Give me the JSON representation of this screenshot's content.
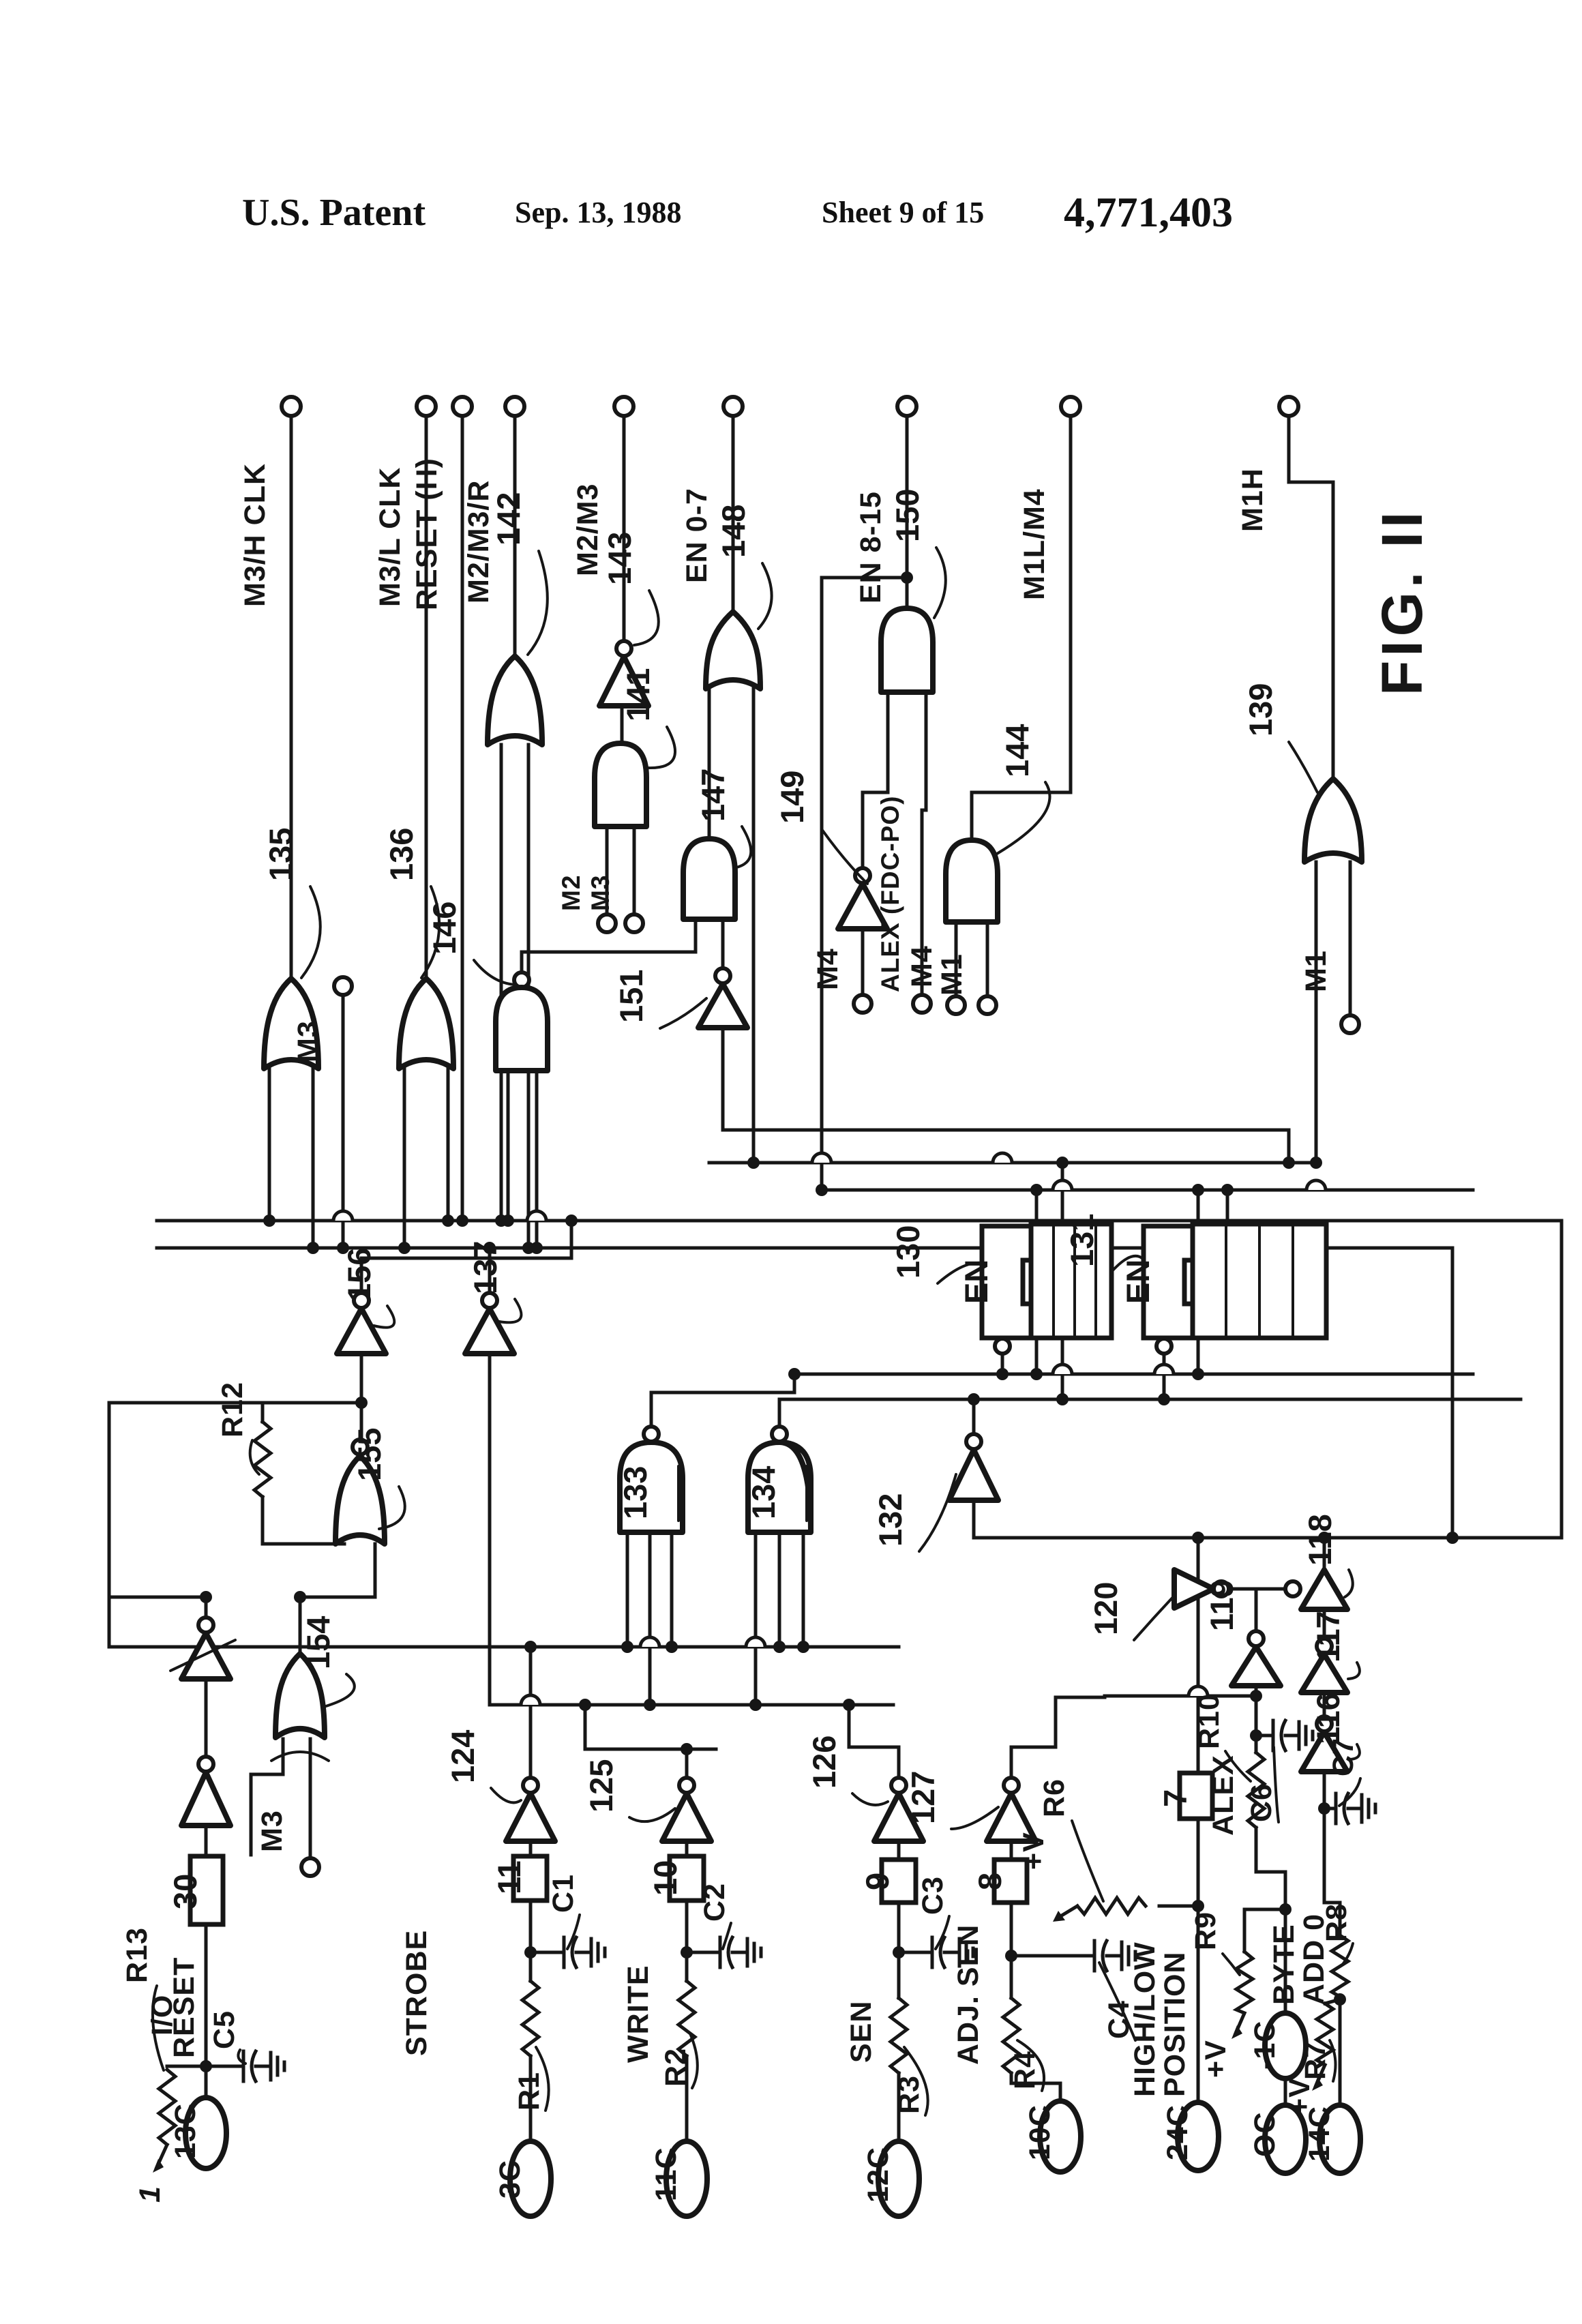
{
  "header": {
    "title": "U.S. Patent",
    "date": "Sep. 13, 1988",
    "sheet": "Sheet 9 of 15",
    "patent_number": "4,771,403"
  },
  "figure_label": "FIG. II",
  "top_terminals": {
    "t1": "M3/H CLK",
    "t2": "M3/L CLK",
    "t3": "RESET (H)",
    "t4": "M2/M3/R",
    "t5": "M2/M3",
    "t6": "EN 0-7",
    "t7": "EN 8-15",
    "t8": "M1L/M4",
    "t9": "M1H"
  },
  "ref_numbers": {
    "n135": "135",
    "n136": "136",
    "n137": "137",
    "n139": "139",
    "n141": "141",
    "n142": "142",
    "n143": "143",
    "n144": "144",
    "n146": "146",
    "n147": "147",
    "n148": "148",
    "n149": "149",
    "n150": "150",
    "n151": "151",
    "n154": "154",
    "n155": "155",
    "n156": "156",
    "n130": "130",
    "n131": "131",
    "n132": "132",
    "n133": "133",
    "n134": "134",
    "n124": "124",
    "n125": "125",
    "n126": "126",
    "n127": "127",
    "n116": "116",
    "n117": "117",
    "n118": "118",
    "n119": "119",
    "n120": "120"
  },
  "signal_labels": {
    "m1": "M1",
    "m2": "M2",
    "m3": "M3",
    "m4": "M4",
    "alex_fdc_po": "ALEX (FDC-PO)",
    "en": "EN",
    "alex": "ALEX",
    "plus_v": "+V",
    "strobe": "STROBE",
    "write": "WRITE",
    "sen": "SEN",
    "adj_sen": "ADJ. SEN",
    "high_low": "HIGH/LOW",
    "position": "POSITION",
    "byte": "BYTE",
    "add0": "ADD 0",
    "io": "I/O",
    "reset": "RESET",
    "one": "1"
  },
  "components": {
    "r1": "R1",
    "r2": "R2",
    "r3": "R3",
    "r4": "R4",
    "r6": "R6",
    "r7": "R7",
    "r8": "R8",
    "r9": "R9",
    "r10": "R10",
    "r12": "R12",
    "r13": "R13",
    "c1": "C1",
    "c2": "C2",
    "c3": "C3",
    "c4": "C4",
    "c5": "C5",
    "c6": "C6",
    "c7": "C7"
  },
  "boxes": {
    "b30": "30",
    "b11": "11",
    "b10": "10",
    "b9": "9",
    "b8": "8",
    "b7": "7"
  },
  "connectors": {
    "c13c": "13C",
    "c3c": "3C",
    "c11c": "11C",
    "c12c": "12C",
    "c10c": "10C",
    "c24c": "24C",
    "coc": "OC",
    "c14c": "14C",
    "cm1c": "-1C"
  }
}
